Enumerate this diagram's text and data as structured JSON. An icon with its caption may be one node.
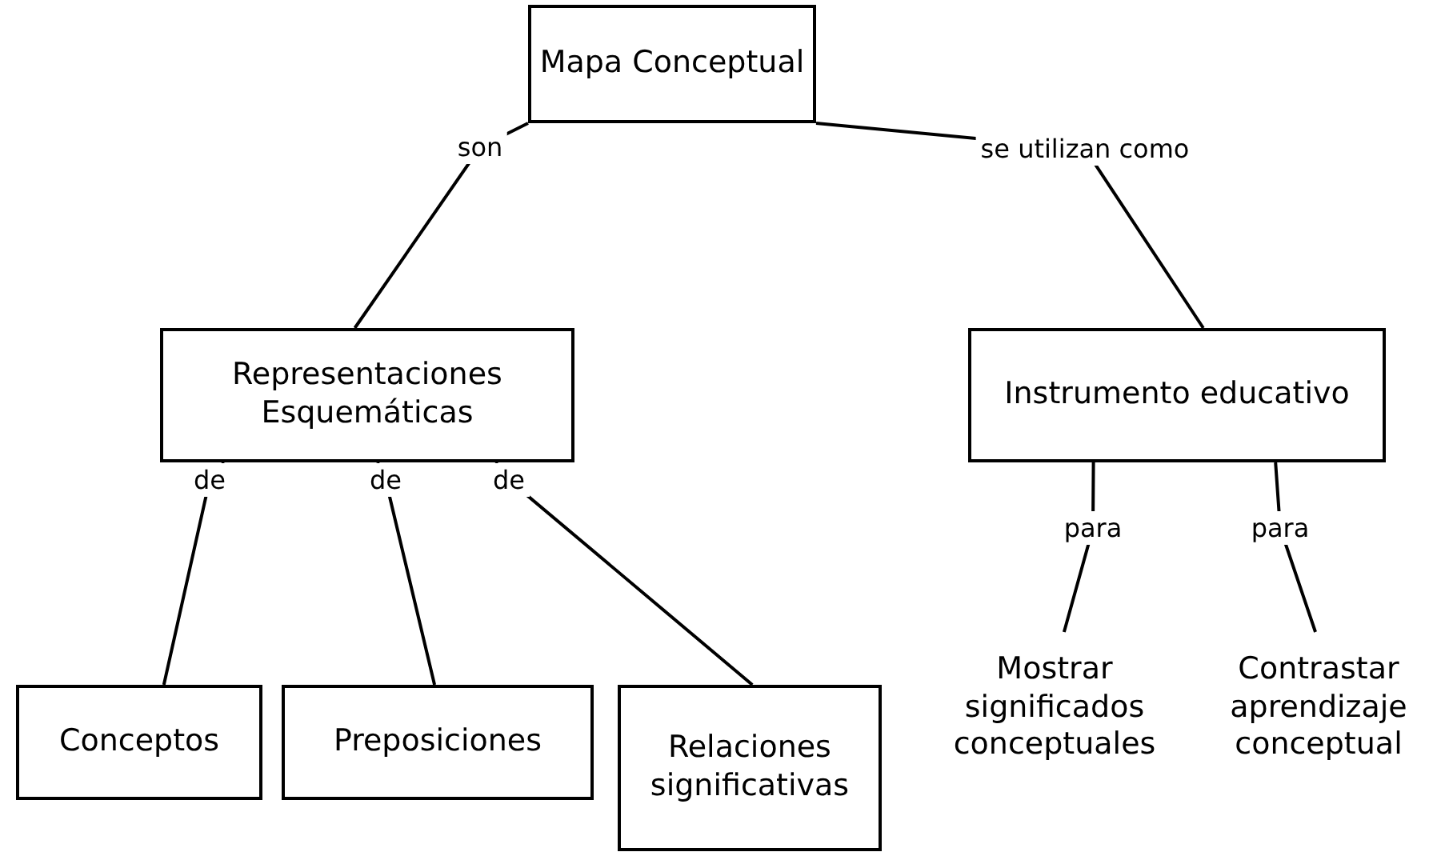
{
  "diagram": {
    "nodes": [
      {
        "text": [
          "Mapa Conceptual"
        ]
      },
      {
        "text": [
          "Representaciones Esquemáticas"
        ]
      },
      {
        "text": [
          "Instrumento educativo"
        ]
      },
      {
        "text": [
          "Conceptos"
        ]
      },
      {
        "text": [
          "Preposiciones"
        ]
      },
      {
        "text": [
          "Relaciones significativas"
        ]
      },
      {
        "text": [
          "Mostrar significados conceptuales"
        ]
      },
      {
        "text": [
          "Contrastar aprendizaje conceptual"
        ]
      }
    ],
    "edges": [
      {
        "from": 0,
        "to": 1,
        "label": "son",
        "arrow": "none"
      },
      {
        "from": 0,
        "to": 2,
        "label": "se utilizan como",
        "arrow": "none"
      },
      {
        "from": 1,
        "to": 3,
        "label": "de",
        "arrow": "none"
      },
      {
        "from": 1,
        "to": 4,
        "label": "de",
        "arrow": "none"
      },
      {
        "from": 1,
        "to": 5,
        "label": "de",
        "arrow": "none"
      },
      {
        "from": 2,
        "to": 6,
        "label": "para",
        "arrow": "none"
      },
      {
        "from": 2,
        "to": 7,
        "label": "para",
        "arrow": "none"
      }
    ]
  }
}
